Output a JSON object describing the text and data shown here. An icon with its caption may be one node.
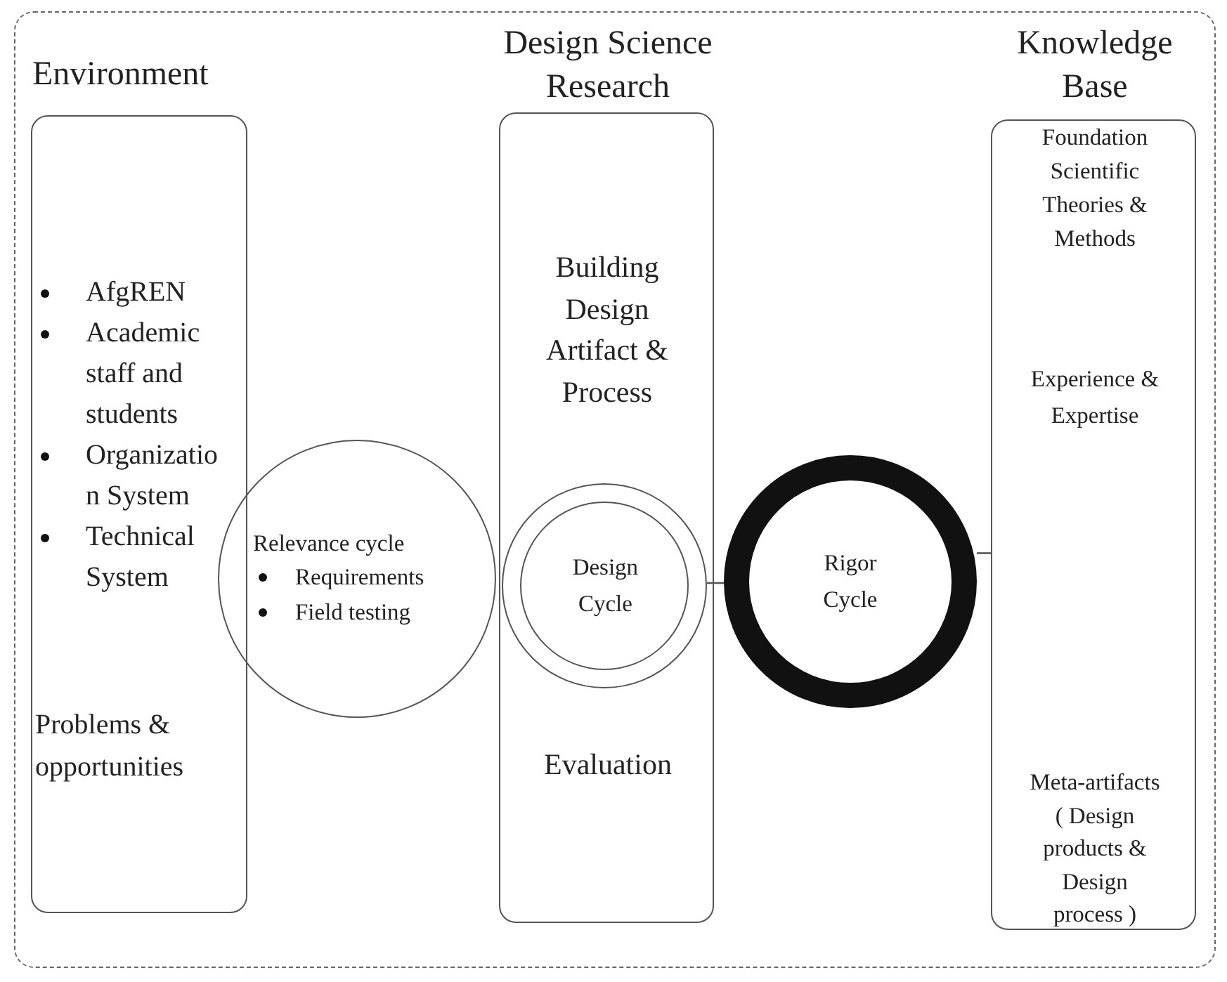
{
  "diagram": {
    "nodes": [
      {
        "text": [
          "Environment",
          "AfgREN",
          "Academic staff and students",
          "Organizatio n System",
          "Technical System",
          "Problems & opportunities"
        ]
      },
      {
        "text": [
          "Design Science Research",
          "Building Design Artifact & Process",
          "Evaluation"
        ]
      },
      {
        "text": [
          "Knowledge Base",
          "Foundation Scientific Theories & Methods",
          "Experience & Expertise",
          "Meta-artifacts ( Design products & Design process )"
        ]
      },
      {
        "text": [
          "Relevance cycle",
          "Requirements",
          "Field testing"
        ]
      },
      {
        "text": [
          "Design Cycle"
        ],
        "in": 1
      },
      {
        "text": [
          "Rigor Cycle"
        ]
      }
    ],
    "edges": [
      {
        "from": 4,
        "to": 5,
        "arrow": "none"
      },
      {
        "from": 5,
        "to": 2,
        "arrow": "none"
      }
    ]
  }
}
